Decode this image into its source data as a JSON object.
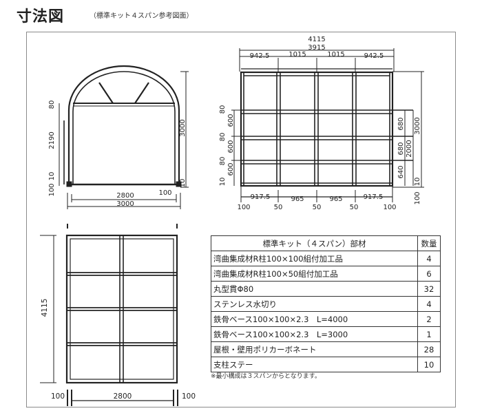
{
  "header": {
    "title": "寸法図",
    "subtitle": "（標準キット４スパン参考図面）"
  },
  "front_view": {
    "dim_top_arch": "80",
    "dim_height_mid": "2190",
    "dim_bottom_a": "10",
    "dim_bottom_b": "100",
    "dim_total_height": "3000",
    "dim_inner_width": "2800",
    "dim_outer_width": "3000",
    "dim_right_foot": "100",
    "dim_right_foot_small": "10"
  },
  "side_view": {
    "dim_total_length": "4115",
    "dim_inner_length": "3915",
    "top_spans": [
      "942.5",
      "1015",
      "1015",
      "942.5"
    ],
    "bottom_spans": [
      "917.5",
      "965",
      "965",
      "917.5"
    ],
    "bottom_gaps": [
      "100",
      "50",
      "50",
      "50",
      "100"
    ],
    "left_dims": [
      "80",
      "600",
      "80",
      "600",
      "80",
      "600",
      "10"
    ],
    "right_spans": [
      "680",
      "680",
      "640"
    ],
    "right_dims": [
      "3000",
      "2000",
      "10",
      "100"
    ]
  },
  "plan_view": {
    "dim_length": "4115",
    "dim_width": "2800",
    "dim_left": "100",
    "dim_right": "100"
  },
  "parts_table": {
    "header_name": "標準キット（４スパン）部材",
    "header_qty": "数量",
    "rows": [
      {
        "name": "湾曲集成材R柱100×100組付加工品",
        "qty": "4"
      },
      {
        "name": "湾曲集成材R柱100×50組付加工品",
        "qty": "6"
      },
      {
        "name": "丸型貫Φ80",
        "qty": "32"
      },
      {
        "name": "ステンレス水切り",
        "qty": "4"
      },
      {
        "name": "鉄骨ベース100×100×2.3　L=4000",
        "qty": "2"
      },
      {
        "name": "鉄骨ベース100×100×2.3　L=3000",
        "qty": "1"
      },
      {
        "name": "屋根・壁用ポリカーボネート",
        "qty": "28"
      },
      {
        "name": "支柱ステー",
        "qty": "10"
      }
    ],
    "note": "※最小構成は３スパンからとなります。"
  }
}
